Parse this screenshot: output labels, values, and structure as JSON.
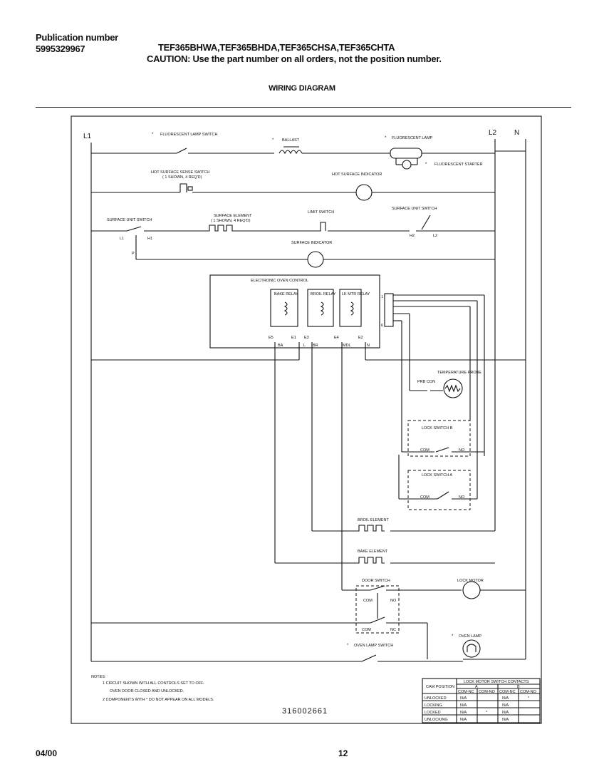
{
  "header": {
    "pub_label": "Publication number",
    "pub_number": "5995329967",
    "models": "TEF365BHWA,TEF365BHDA,TEF365CHSA,TEF365CHTA",
    "caution": "CAUTION:  Use the part number on all orders, not the position number.",
    "title": "WIRING DIAGRAM"
  },
  "footer": {
    "date": "04/00",
    "page": "12"
  },
  "diagram": {
    "rails": {
      "l1": "L1",
      "l2": "L2",
      "n": "N"
    },
    "labels": {
      "fl_lamp_switch": "FLUORESCENT LAMP SWITCH",
      "ballast": "BALLAST",
      "fl_lamp": "FLUORESCENT LAMP",
      "fl_starter": "FLUORESCENT STARTER",
      "hot_surface_sense_switch": "HOT SURFACE SENSE SWITCH",
      "hot_surface_sense_note": "( 1 SHOWN, 4 REQ'D)",
      "hot_surface_indicator": "HOT SURFACE INDICATOR",
      "surface_unit_switch_l": "SURFACE UNIT SWITCH",
      "surface_element": "SURFACE ELEMENT",
      "surface_element_note": "( 1 SHOWN, 4 REQ'D)",
      "limit_switch": "LIMIT SWITCH",
      "surface_unit_switch_r": "SURFACE UNIT SWITCH",
      "surface_indicator": "SURFACE INDICATOR",
      "electronic_oven_control": "ELECTRONIC OVEN CONTROL",
      "bake_relay": "BAKE RELAY",
      "broil_relay": "BROIL RELAY",
      "lk_mtr_relay": "LK MTR RELAY",
      "temperature_probe": "TEMPERATURE PROBE",
      "prb_con": "PRB CON",
      "lock_switch_b": "LOCK SWITCH B",
      "lock_switch_a": "LOCK SWITCH A",
      "broil_element": "BROIL ELEMENT",
      "bake_element": "BAKE ELEMENT",
      "door_switch": "DOOR SWITCH",
      "lock_motor": "LOCK MOTOR",
      "oven_lamp": "OVEN LAMP",
      "oven_lamp_switch": "OVEN LAMP SWITCH",
      "com": "COM",
      "no": "NO",
      "nc": "NC",
      "l1_term": "L1",
      "h1_term": "H1",
      "h2_term": "H2",
      "l2_term": "L2",
      "p_term": "P",
      "e5": "E5",
      "e1": "E1",
      "e3": "E3",
      "e4": "E4",
      "e2": "E2",
      "ba": "BA",
      "l_lbl": "L",
      "br": "BR",
      "mdl": "MDL",
      "n_lbl": "N",
      "pin1": "1",
      "pin6": "6",
      "star": "*"
    },
    "notes": {
      "heading": "NOTES:",
      "n1a": "1   CIRCUIT SHOWN WITH ALL CONTROLS SET TO OFF.",
      "n1b": "OVEN DOOR CLOSED AND UNLOCKED.",
      "n2": "2   COMPONENTS WITH * DO NOT APPEAR ON ALL MODELS."
    },
    "doc_number": "316002661",
    "table": {
      "title": "LOCK MOTOR SWITCH CONTACTS",
      "col_header": "CAM POSITION",
      "groups": [
        "A",
        "B"
      ],
      "subcols": [
        "COM-NC",
        "COM-NO",
        "COM-NC",
        "COM-NO"
      ],
      "rows": [
        {
          "position": "UNLOCKED",
          "cells": [
            "N/A",
            "",
            "N/A",
            "*"
          ]
        },
        {
          "position": "LOCKING",
          "cells": [
            "N/A",
            "",
            "N/A",
            ""
          ]
        },
        {
          "position": "LOCKED",
          "cells": [
            "N/A",
            "*",
            "N/A",
            ""
          ]
        },
        {
          "position": "UNLOCKING",
          "cells": [
            "N/A",
            "",
            "N/A",
            ""
          ]
        }
      ]
    }
  }
}
